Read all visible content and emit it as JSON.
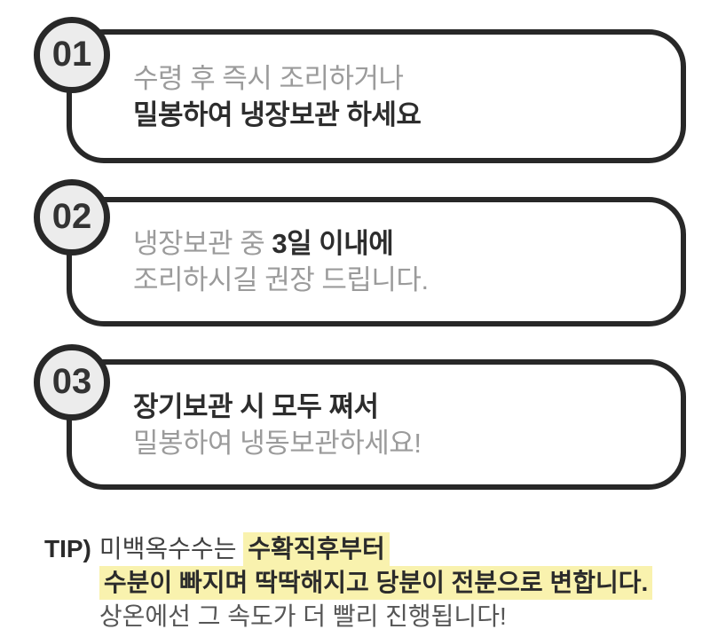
{
  "steps": [
    {
      "number": "01",
      "line1": "수령 후 즉시 조리하거나",
      "line2": "밀봉하여 냉장보관 하세요"
    },
    {
      "number": "02",
      "line1_normal": "냉장보관 중 ",
      "line1_bold": "3일 이내에",
      "line2": "조리하시길 권장 드립니다."
    },
    {
      "number": "03",
      "line1": "장기보관 시 모두 쪄서",
      "line2": "밀봉하여 냉동보관하세요!"
    }
  ],
  "tip": {
    "label": "TIP)",
    "intro": "미백옥수수는 ",
    "highlight1": "수확직후부터",
    "highlight2": "수분이 빠지며 딱딱해지고 당분이 전분으로 변합니다.",
    "last_line": "상온에선 그 속도가 더 빨리 진행됩니다!"
  },
  "colors": {
    "outline_dark": "#282828",
    "badge_fill": "#ececec",
    "gray_text": "#9b9b9b",
    "bold_text": "#2d2d2d",
    "highlight_yellow": "#f9f2ae",
    "background": "#ffffff"
  }
}
